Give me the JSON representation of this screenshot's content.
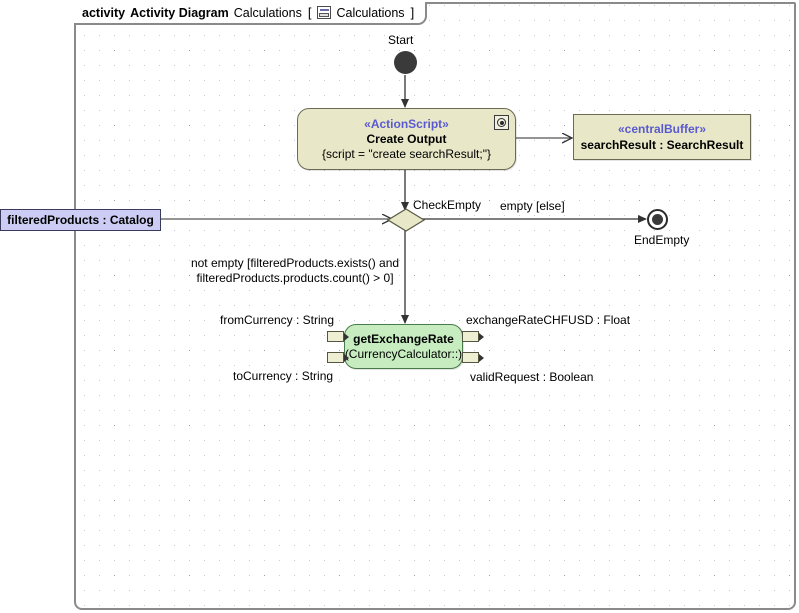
{
  "frame": {
    "keyword": "activity",
    "diagram_type": "Activity Diagram",
    "diagram_name": "Calculations",
    "bracket_open": "[",
    "bracket_close": "]",
    "context_name": "Calculations",
    "icon": "model-diagram-icon"
  },
  "nodes": {
    "start": {
      "label": "Start",
      "type": "initial-node"
    },
    "create_output": {
      "stereotype": "«ActionScript»",
      "name": "Create Output",
      "body": "{script = \"create searchResult;\"}",
      "icon": "script-badge-icon",
      "fill": "#e8e8c8"
    },
    "central_buffer": {
      "stereotype": "«centralBuffer»",
      "name": "searchResult : SearchResult",
      "fill": "#e8e8c8"
    },
    "decision": {
      "label": "CheckEmpty",
      "fill": "#e8e8c8"
    },
    "end_empty": {
      "label": "EndEmpty",
      "type": "final-node"
    },
    "filtered_products": {
      "name": "filteredProducts : Catalog",
      "fill": "#ccccf4"
    },
    "get_exchange_rate": {
      "name": "getExchangeRate",
      "body": "(CurrencyCalculator::)",
      "fill": "#c6ecc0",
      "pins": {
        "from_currency": "fromCurrency : String",
        "to_currency": "toCurrency : String",
        "exchange_rate": "exchangeRateCHFUSD : Float",
        "valid_request": "validRequest : Boolean"
      }
    }
  },
  "edges": {
    "empty_guard": "empty [else]",
    "not_empty_guard_line1": "not empty [filteredProducts.exists() and",
    "not_empty_guard_line2": "filteredProducts.products.count() > 0]"
  }
}
